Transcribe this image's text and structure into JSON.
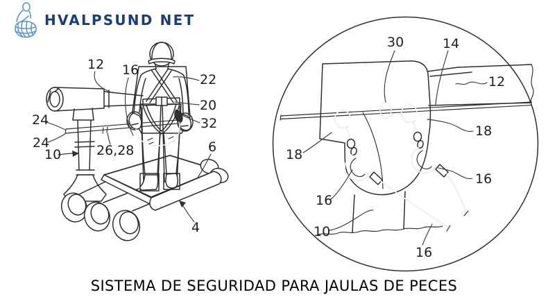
{
  "logo": {
    "text": "HVALPSUND NET",
    "icon": "net-mender-icon",
    "text_color": "#1a3e7b",
    "icon_color": "#5b97d0"
  },
  "caption": {
    "text": "SISTEMA DE SEGURIDAD PARA JAULAS DE PECES"
  },
  "colors": {
    "background": "#ffffff",
    "line_art": "#2d2d2d",
    "detail_circle_border": "#111111"
  },
  "figure_overview": {
    "labels": [
      {
        "ref": "12"
      },
      {
        "ref": "16"
      },
      {
        "ref": "22"
      },
      {
        "ref": "20"
      },
      {
        "ref": "32"
      },
      {
        "ref": "24"
      },
      {
        "ref": "24"
      },
      {
        "ref": "10"
      },
      {
        "ref": "26,28"
      },
      {
        "ref": "6"
      },
      {
        "ref": "4"
      }
    ]
  },
  "figure_detail": {
    "labels": [
      {
        "ref": "30"
      },
      {
        "ref": "14"
      },
      {
        "ref": "12"
      },
      {
        "ref": "18"
      },
      {
        "ref": "18"
      },
      {
        "ref": "16"
      },
      {
        "ref": "16"
      },
      {
        "ref": "10"
      },
      {
        "ref": "16"
      }
    ]
  }
}
